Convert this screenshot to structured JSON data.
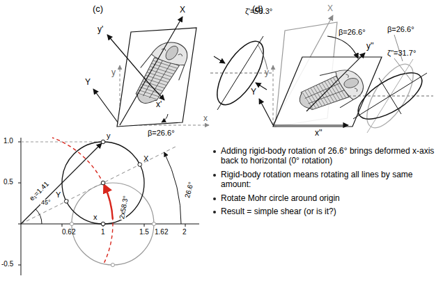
{
  "diagram": {
    "labels": [
      "(c)",
      "y'",
      "X",
      "y",
      "Y",
      "x'",
      "x",
      "β=26.6°",
      "ζ'=58.3°",
      "(d)",
      "X",
      "β=26.6°",
      "y",
      "y''",
      "Y",
      "x''",
      "β=26.6°",
      "ζ''=31.7°",
      "1.0",
      "0.5",
      "-0.5",
      "0.62",
      "1",
      "1.5",
      "1.62",
      "2",
      "y",
      "X",
      "Y",
      "x",
      "e₁=1.41",
      "45°",
      "26.6°",
      "2x58.3°",
      "Adding rigid-body rotation of 26.6° brings deformed x-axis back to horizontal (0° rotation)",
      "Rigid-body rotation means rotating all lines by same amount:",
      "Rotate Mohr circle around origin",
      "Result = simple shear (or is it?)"
    ]
  }
}
